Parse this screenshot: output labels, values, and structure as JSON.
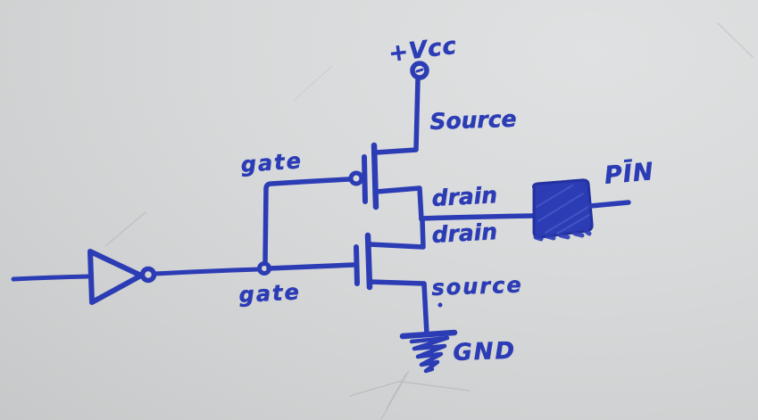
{
  "diagram": {
    "ink_color": "#2b3cb5",
    "ink_deep_color": "#2331a0",
    "ink_light_color": "#5568cf",
    "board_color": "#d7d9da",
    "labels": {
      "vcc": "+Vcc",
      "pmos_source": "Source",
      "pmos_gate": "gate",
      "pmos_drain": "drain",
      "nmos_drain": "drain",
      "nmos_gate": "gate",
      "nmos_source": "source",
      "gnd": "GND",
      "pin": "PĪN"
    }
  }
}
